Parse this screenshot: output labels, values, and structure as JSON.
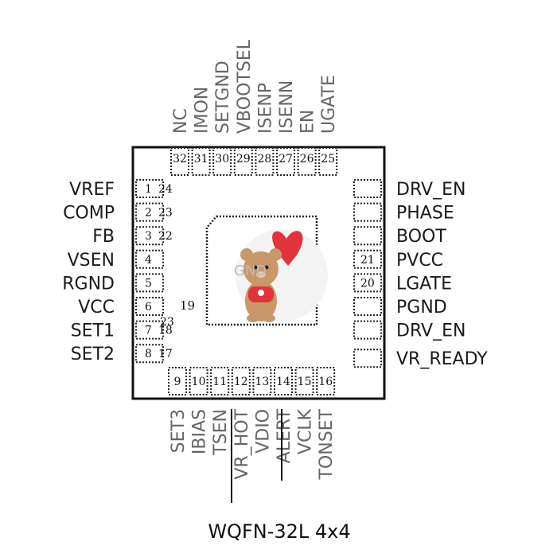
{
  "package_name": "WQFN-32L 4x4",
  "center_pin": {
    "number": "19"
  },
  "gnd_label": "GND",
  "left_pins": [
    {
      "label": "VREF",
      "num": "1",
      "inner": "24"
    },
    {
      "label": "COMP",
      "num": "2",
      "inner": "23"
    },
    {
      "label": "FB",
      "num": "3",
      "inner": "22"
    },
    {
      "label": "VSEN",
      "num": "4",
      "inner": ""
    },
    {
      "label": "RGND",
      "num": "5",
      "inner": ""
    },
    {
      "label": "VCC",
      "num": "6",
      "inner": ""
    },
    {
      "label": "SET1",
      "num": "7",
      "inner": "18"
    },
    {
      "label": "SET2",
      "num": "8",
      "inner": "17"
    }
  ],
  "top_pins": [
    {
      "label": "NC",
      "num": "32"
    },
    {
      "label": "IMON",
      "num": "31"
    },
    {
      "label": "SETGND",
      "num": "30"
    },
    {
      "label": "VBOOTSEL",
      "num": "29"
    },
    {
      "label": "ISENP",
      "num": "28"
    },
    {
      "label": "ISENN",
      "num": "27"
    },
    {
      "label": "EN",
      "num": "26"
    },
    {
      "label": "UGATE",
      "num": "25"
    }
  ],
  "right_pins": [
    {
      "label": "DRV_EN",
      "num": ""
    },
    {
      "label": "PHASE",
      "num": ""
    },
    {
      "label": "BOOT",
      "num": ""
    },
    {
      "label": "PVCC",
      "num": "21"
    },
    {
      "label": "LGATE",
      "num": "20"
    },
    {
      "label": "PGND",
      "num": ""
    },
    {
      "label": "DRV_EN",
      "num": ""
    },
    {
      "label": "VR_READY",
      "num": ""
    }
  ],
  "bottom_pins": [
    {
      "label": "SET3",
      "num": "9"
    },
    {
      "label": "IBIAS",
      "num": "10"
    },
    {
      "label": "TSEN",
      "num": "11"
    },
    {
      "label": "VR_HOT",
      "num": "12"
    },
    {
      "label": "VDIO",
      "num": "13"
    },
    {
      "label": "ALERT",
      "num": "14"
    },
    {
      "label": "VCLK",
      "num": "15"
    },
    {
      "label": "TONSET",
      "num": "16"
    }
  ],
  "stray_number": "23",
  "colors": {
    "heart": "#e0343c",
    "bear_body": "#c8976a",
    "bear_shirt": "#e0343c"
  }
}
